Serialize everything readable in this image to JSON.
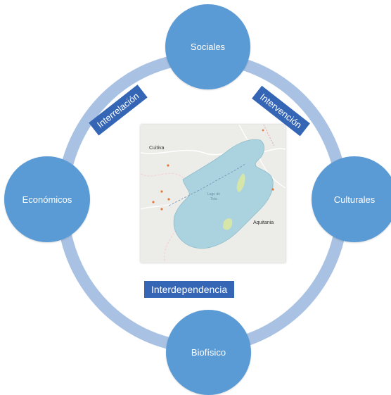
{
  "nodes": {
    "sociales": "Sociales",
    "economicos": "Económicos",
    "culturales": "Culturales",
    "biofisico": "Biofísico"
  },
  "relations": {
    "interrelacion": "Interrelación",
    "intervencion": "Intervención",
    "interdependencia": "Interdependencia"
  },
  "map": {
    "labels": {
      "cuitiva": "Cuitiva",
      "aquitania": "Aquitania"
    }
  },
  "colors": {
    "node_fill": "#5b9bd5",
    "ring": "#a9c2e3",
    "label_box": "#3565b5",
    "lake": "#aad3df"
  }
}
